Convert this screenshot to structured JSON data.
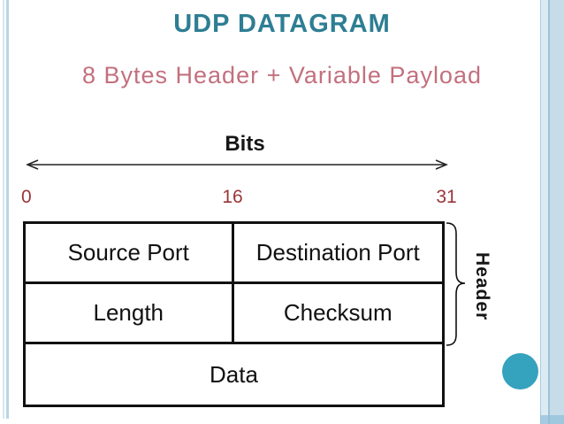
{
  "slide": {
    "title": "UDP DATAGRAM",
    "subtitle": "8 Bytes Header + Variable Payload"
  },
  "diagram": {
    "axis_label": "Bits",
    "ticks": [
      "0",
      "16",
      "31"
    ],
    "table": {
      "row1": [
        "Source Port",
        "Destination Port"
      ],
      "row2": [
        "Length",
        "Checksum"
      ],
      "row3": [
        "Data"
      ]
    },
    "brace_label": "Header"
  },
  "colors": {
    "title_teal": "#2e7e93",
    "subtitle_rose": "#c3707e",
    "tick_red": "#9b3438",
    "accent_circle_teal": "#35a2be",
    "border_blue": "#bad5e6"
  }
}
